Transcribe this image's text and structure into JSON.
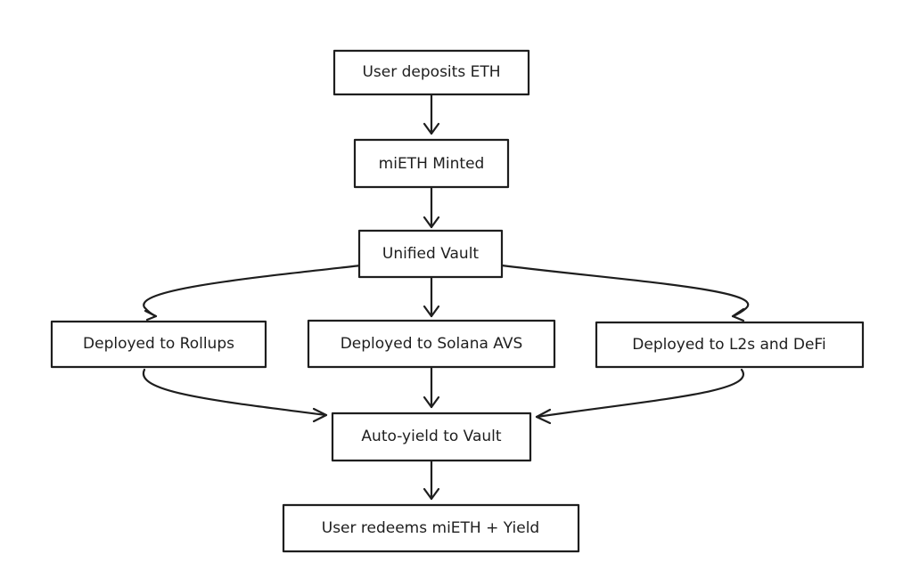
{
  "diagram": {
    "nodes": {
      "deposit": "User deposits ETH",
      "mint": "miETH Minted",
      "vault": "Unified Vault",
      "rollups": "Deployed to Rollups",
      "solana": "Deployed to Solana AVS",
      "l2s": "Deployed to L2s and DeFi",
      "autoyield": "Auto-yield to Vault",
      "redeem": "User redeems miETH + Yield"
    },
    "colors": {
      "stroke": "#1e1e1e",
      "background": "#ffffff"
    }
  }
}
